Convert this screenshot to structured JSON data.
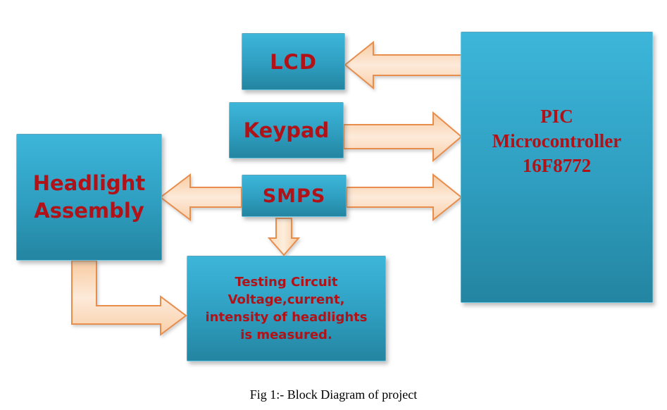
{
  "diagram": {
    "caption": "Fig 1:- Block Diagram of project",
    "colors": {
      "box_fill_top": "#3cb6da",
      "box_fill_bottom": "#2385a1",
      "box_text": "#b01218",
      "arrow_fill_light": "#fdeada",
      "arrow_fill_dark": "#f8cba1",
      "arrow_outline": "#e78e4d"
    },
    "boxes": {
      "lcd": {
        "label": "LCD"
      },
      "keypad": {
        "label": "Keypad"
      },
      "smps": {
        "label": "SMPS"
      },
      "headlight": {
        "lines": [
          "Headlight",
          "Assembly"
        ]
      },
      "testing": {
        "lines": [
          "Testing Circuit",
          "Voltage,current,",
          "intensity of headlights",
          "is measured."
        ]
      },
      "pic": {
        "lines": [
          "PIC",
          "Microcontroller",
          "16F8772"
        ]
      }
    },
    "connections": [
      {
        "name": "arrow-pic-to-lcd",
        "from": "PIC Microcontroller 16F8772",
        "to": "LCD",
        "direction": "left"
      },
      {
        "name": "arrow-keypad-to-pic",
        "from": "Keypad",
        "to": "PIC Microcontroller 16F8772",
        "direction": "right"
      },
      {
        "name": "arrow-smps-to-headlight",
        "from": "SMPS",
        "to": "Headlight Assembly",
        "direction": "left"
      },
      {
        "name": "arrow-smps-to-pic",
        "from": "SMPS",
        "to": "PIC Microcontroller 16F8772",
        "direction": "right"
      },
      {
        "name": "arrow-smps-to-testing",
        "from": "SMPS",
        "to": "Testing Circuit",
        "direction": "down"
      },
      {
        "name": "arrow-headlight-to-testing",
        "from": "Headlight Assembly",
        "to": "Testing Circuit",
        "direction": "elbow-down-right"
      }
    ]
  }
}
